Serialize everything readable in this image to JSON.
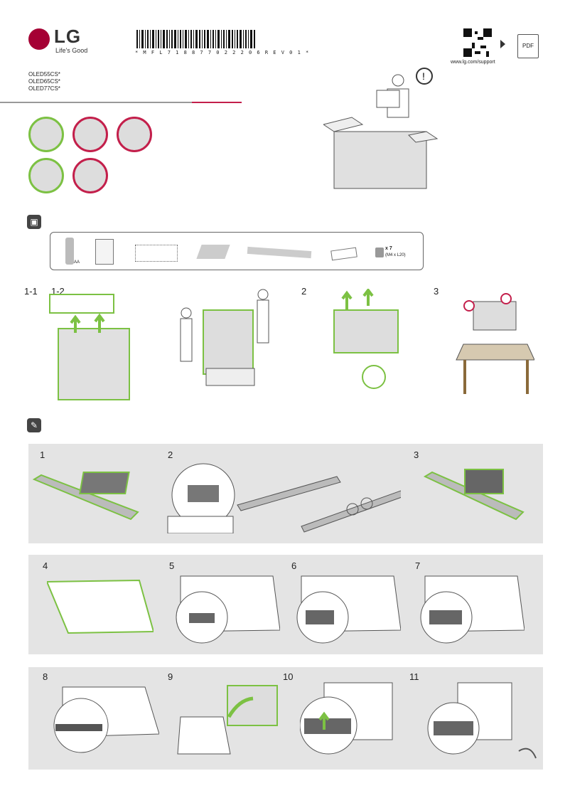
{
  "brand": {
    "name": "LG",
    "slogan": "Life's Good"
  },
  "barcode_text": "* M F L 7 1 8 8 7 7 0 2 2 2 0 6 R E V 0 1 *",
  "support_url": "www.lg.com/support",
  "pdf_label": "PDF",
  "models": [
    "OLED55CS*",
    "OLED65CS*",
    "OLED77CS*"
  ],
  "accessories": {
    "screw_qty": "x 7",
    "screw_spec": "(M4 x L20)",
    "battery_label": "AA"
  },
  "unpack_steps": [
    "1-1",
    "1-2",
    "2",
    "3"
  ],
  "assembly_steps": [
    "1",
    "2",
    "3",
    "4",
    "5",
    "6",
    "7",
    "8",
    "9",
    "10",
    "11"
  ],
  "colors": {
    "accent_green": "#7cc143",
    "brand_red": "#a50034",
    "warning_red": "#c31f4b"
  }
}
